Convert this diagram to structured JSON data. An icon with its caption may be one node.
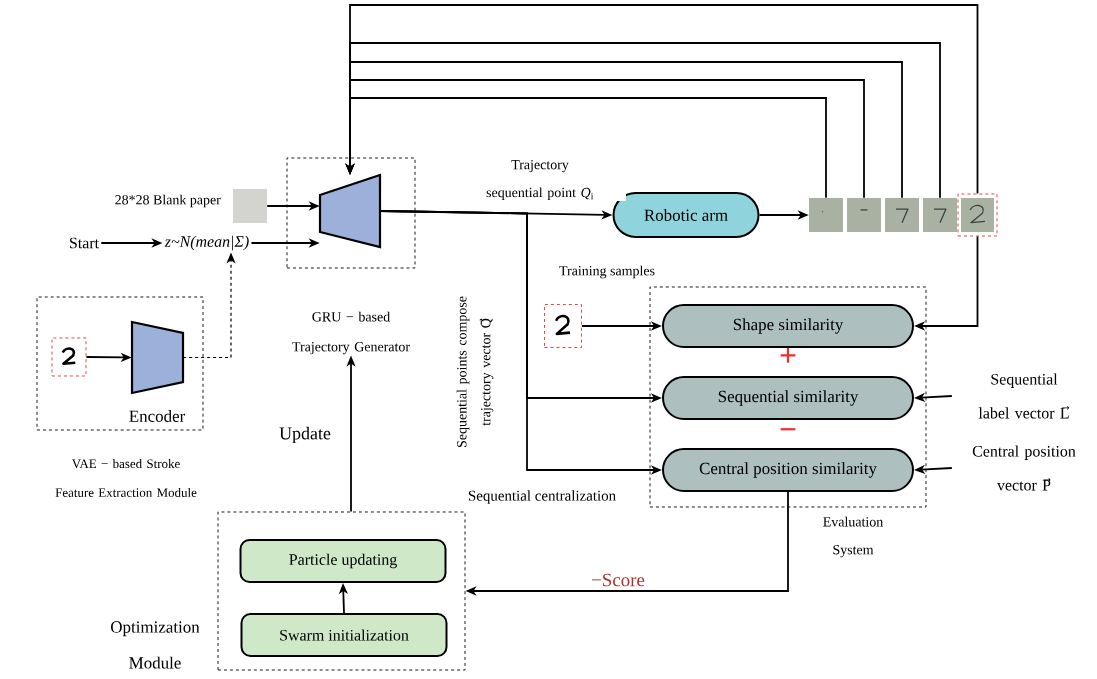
{
  "diagram": {
    "nodes": [
      {
        "text": [
          "GRU − based Trajectory Generator"
        ]
      },
      {
        "text": [],
        "shape": "trapezoid",
        "in": 0
      },
      {
        "text": [],
        "shape": "box",
        "beside": [
          "28*28 Blank paper"
        ]
      },
      {
        "text": [
          "Start"
        ]
      },
      {
        "text": [
          "z~N(mean|Σ)"
        ]
      },
      {
        "text": [
          "VAE − based Stroke Feature Extraction Module"
        ]
      },
      {
        "text": [],
        "shape": "picture",
        "in": 5
      },
      {
        "text": [
          "Encoder"
        ],
        "in": 5
      },
      {
        "text": [
          "Robotic arm"
        ]
      },
      {
        "text": [],
        "shape": "picture"
      },
      {
        "text": [],
        "shape": "picture"
      },
      {
        "text": [],
        "shape": "picture"
      },
      {
        "text": [],
        "shape": "picture"
      },
      {
        "text": [],
        "shape": "picture"
      },
      {
        "text": [
          "Evaluation System"
        ]
      },
      {
        "text": [],
        "shape": "picture",
        "beside": [
          "Training samples"
        ]
      },
      {
        "text": [
          "Shape similarity"
        ],
        "in": 14
      },
      {
        "text": [
          "Sequential similarity"
        ],
        "in": 14
      },
      {
        "text": [
          "Central position similarity"
        ],
        "in": 14
      },
      {
        "text": [
          "Sequential label vector L⃗"
        ]
      },
      {
        "text": [
          "Central position vector P⃗"
        ]
      },
      {
        "text": [
          "Optimization Module"
        ]
      },
      {
        "text": [
          "Particle updating"
        ],
        "in": 21
      },
      {
        "text": [
          "Swarm initialization"
        ],
        "in": 21
      }
    ],
    "edges": [
      {
        "from": 2,
        "to": 1,
        "arrow": "to"
      },
      {
        "from": 3,
        "to": 4,
        "arrow": "to"
      },
      {
        "from": 4,
        "to": 1,
        "arrow": "to"
      },
      {
        "from": 6,
        "to": 7,
        "arrow": "to"
      },
      {
        "from": 7,
        "to": 4,
        "arrow": "to",
        "style": "dashed"
      },
      {
        "from": 1,
        "to": 8,
        "arrow": "to",
        "label": "Trajectory sequential point *Q*$_{i}$"
      },
      {
        "from": 8,
        "to": 9,
        "arrow": "to"
      },
      {
        "from": 9,
        "to": 1,
        "arrow": "to"
      },
      {
        "from": 10,
        "to": 1,
        "arrow": "to"
      },
      {
        "from": 11,
        "to": 1,
        "arrow": "to"
      },
      {
        "from": 12,
        "to": 1,
        "arrow": "to"
      },
      {
        "from": 13,
        "to": 1,
        "arrow": "to"
      },
      {
        "from": 13,
        "to": 16,
        "arrow": "to"
      },
      {
        "from": 15,
        "to": 16,
        "arrow": "to"
      },
      {
        "from": 1,
        "to": 17,
        "arrow": "to",
        "label": "Sequential points compose trajectory vector Q⃗"
      },
      {
        "from": 1,
        "to": 18,
        "arrow": "to",
        "label": "Sequential centralization"
      },
      {
        "from": 19,
        "to": 17,
        "arrow": "to"
      },
      {
        "from": 20,
        "to": 18,
        "arrow": "to"
      },
      {
        "from": 23,
        "to": 22,
        "arrow": "to"
      },
      {
        "from": 18,
        "to": 21,
        "arrow": "to",
        "label": "−Score"
      },
      {
        "from": 21,
        "to": 0,
        "arrow": "to",
        "label": "Update"
      }
    ],
    "labels": [
      "+",
      "−"
    ]
  }
}
